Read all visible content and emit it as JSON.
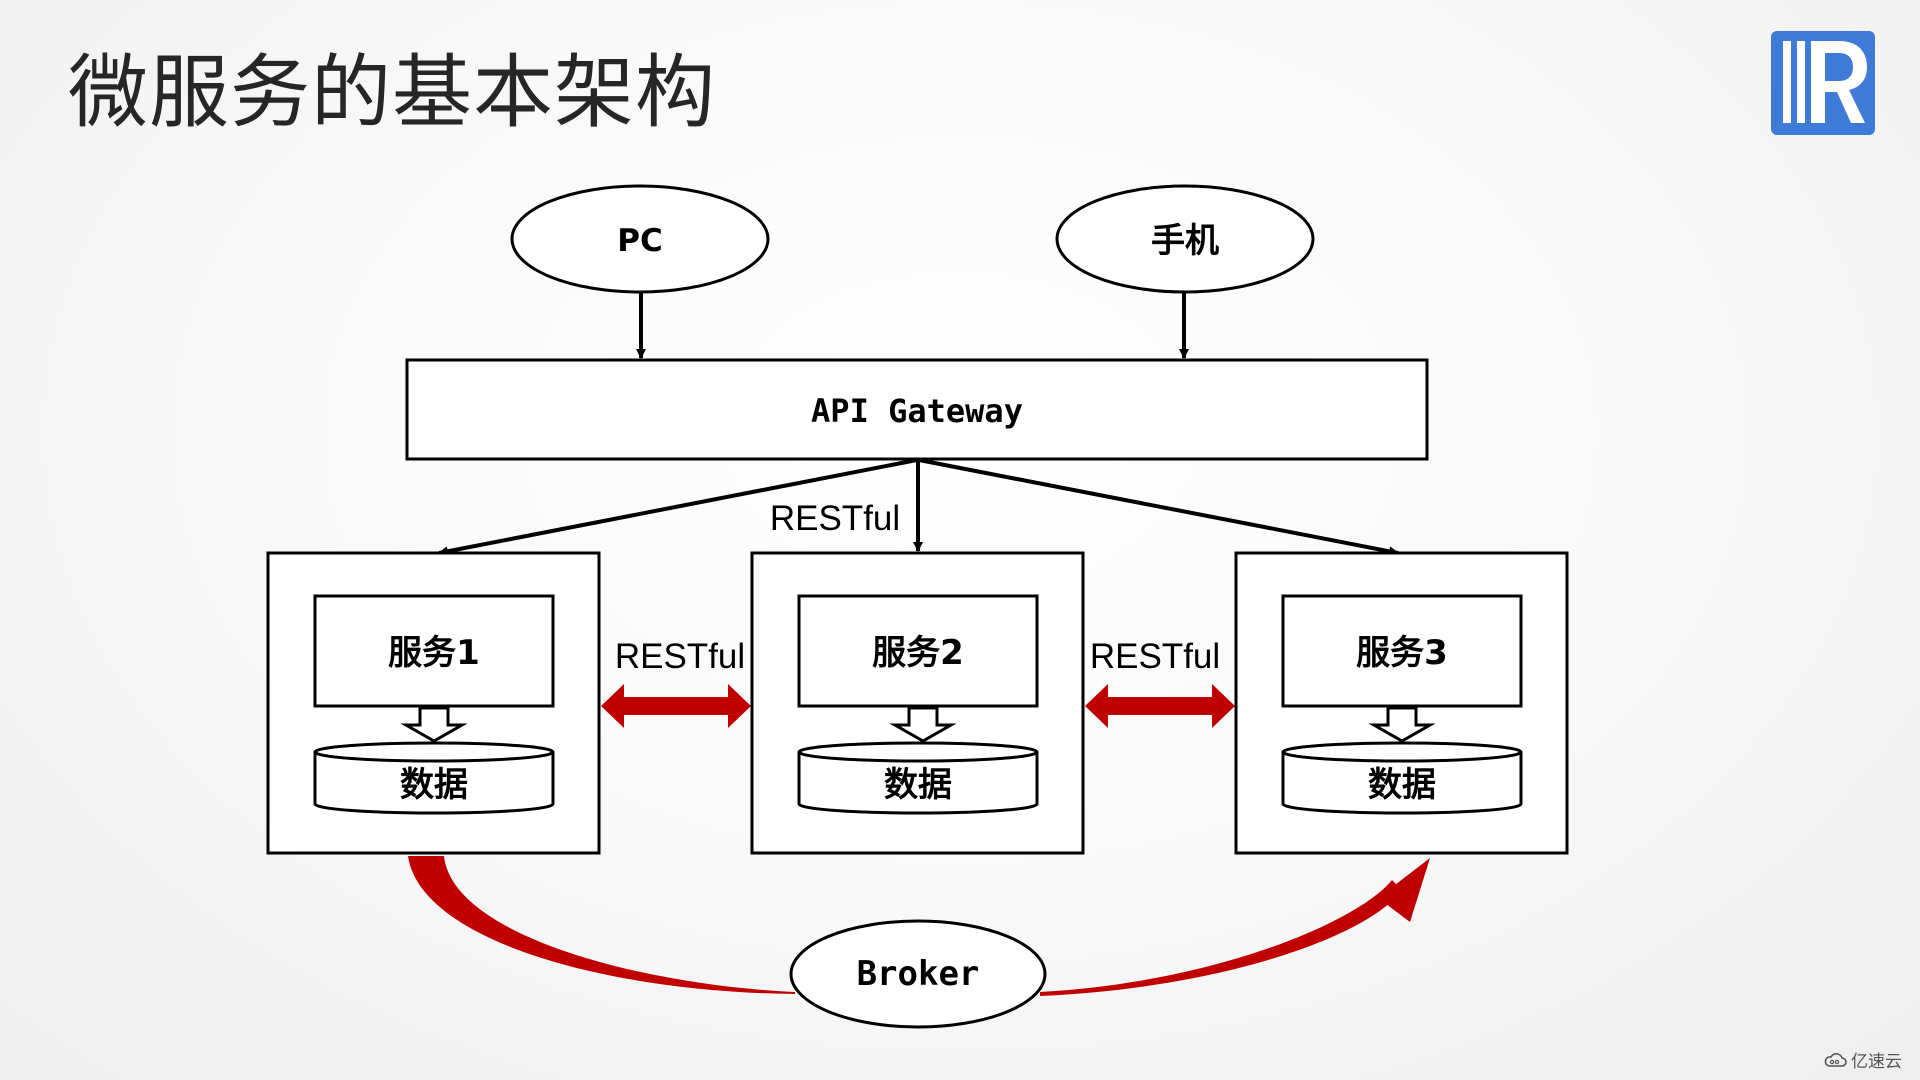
{
  "slide": {
    "title": "微服务的基本架构"
  },
  "logo": {
    "icon": "r-logo-icon",
    "color": "#3d7bd6"
  },
  "diagram": {
    "clients": [
      "PC",
      "手机"
    ],
    "gateway": "API Gateway",
    "restful_label": "RESTful",
    "services": [
      {
        "name": "服务1",
        "data": "数据"
      },
      {
        "name": "服务2",
        "data": "数据"
      },
      {
        "name": "服务3",
        "data": "数据"
      }
    ],
    "broker": "Broker",
    "arrow_color": "#c00000"
  },
  "watermark": {
    "icon": "cloud-icon",
    "text": "亿速云"
  }
}
